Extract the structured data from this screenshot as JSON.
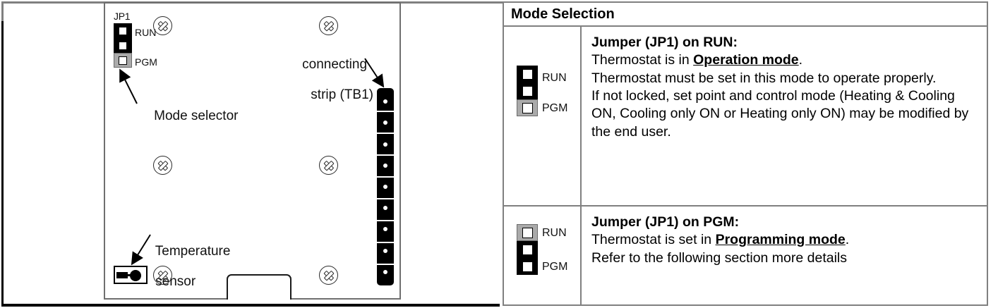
{
  "diagram": {
    "title": "Thermostat PCB board layout",
    "board": {
      "jumper": {
        "header_label": "JP1",
        "run_label": "RUN",
        "pgm_label": "PGM",
        "position": "RUN"
      },
      "callouts": {
        "mode_selector": "Mode selector",
        "connecting_strip_line1": "connecting",
        "connecting_strip_line2": "strip (TB1)",
        "temperature_sensor_line1": "Temperature",
        "temperature_sensor_line2": "sensor"
      },
      "screw_count": 6,
      "terminal_count": 9
    }
  },
  "table": {
    "header": "Mode Selection",
    "rows": [
      {
        "icon": {
          "run_label": "RUN",
          "pgm_label": "PGM",
          "position": "RUN"
        },
        "heading": "Jumper (JP1) on RUN:",
        "line_a_pre": "Thermostat is in ",
        "line_a_emphasis": "Operation mode",
        "line_a_post": ".",
        "line_b": "Thermostat must be set in this mode to operate properly.",
        "line_c": "If not locked, set point and control mode (Heating & Cooling ON, Cooling only ON or Heating only ON) may be modified by the end user."
      },
      {
        "icon": {
          "run_label": "RUN",
          "pgm_label": "PGM",
          "position": "PGM"
        },
        "heading": "Jumper (JP1) on PGM:",
        "line_a_pre": "Thermostat is set in ",
        "line_a_emphasis": "Programming mode",
        "line_a_post": ".",
        "line_b": "Refer to the following section more details"
      }
    ]
  },
  "colors": {
    "border_gray": "#808080",
    "ink_black": "#000000",
    "jumper_gray": "#aaaaaa",
    "paper": "#ffffff"
  }
}
